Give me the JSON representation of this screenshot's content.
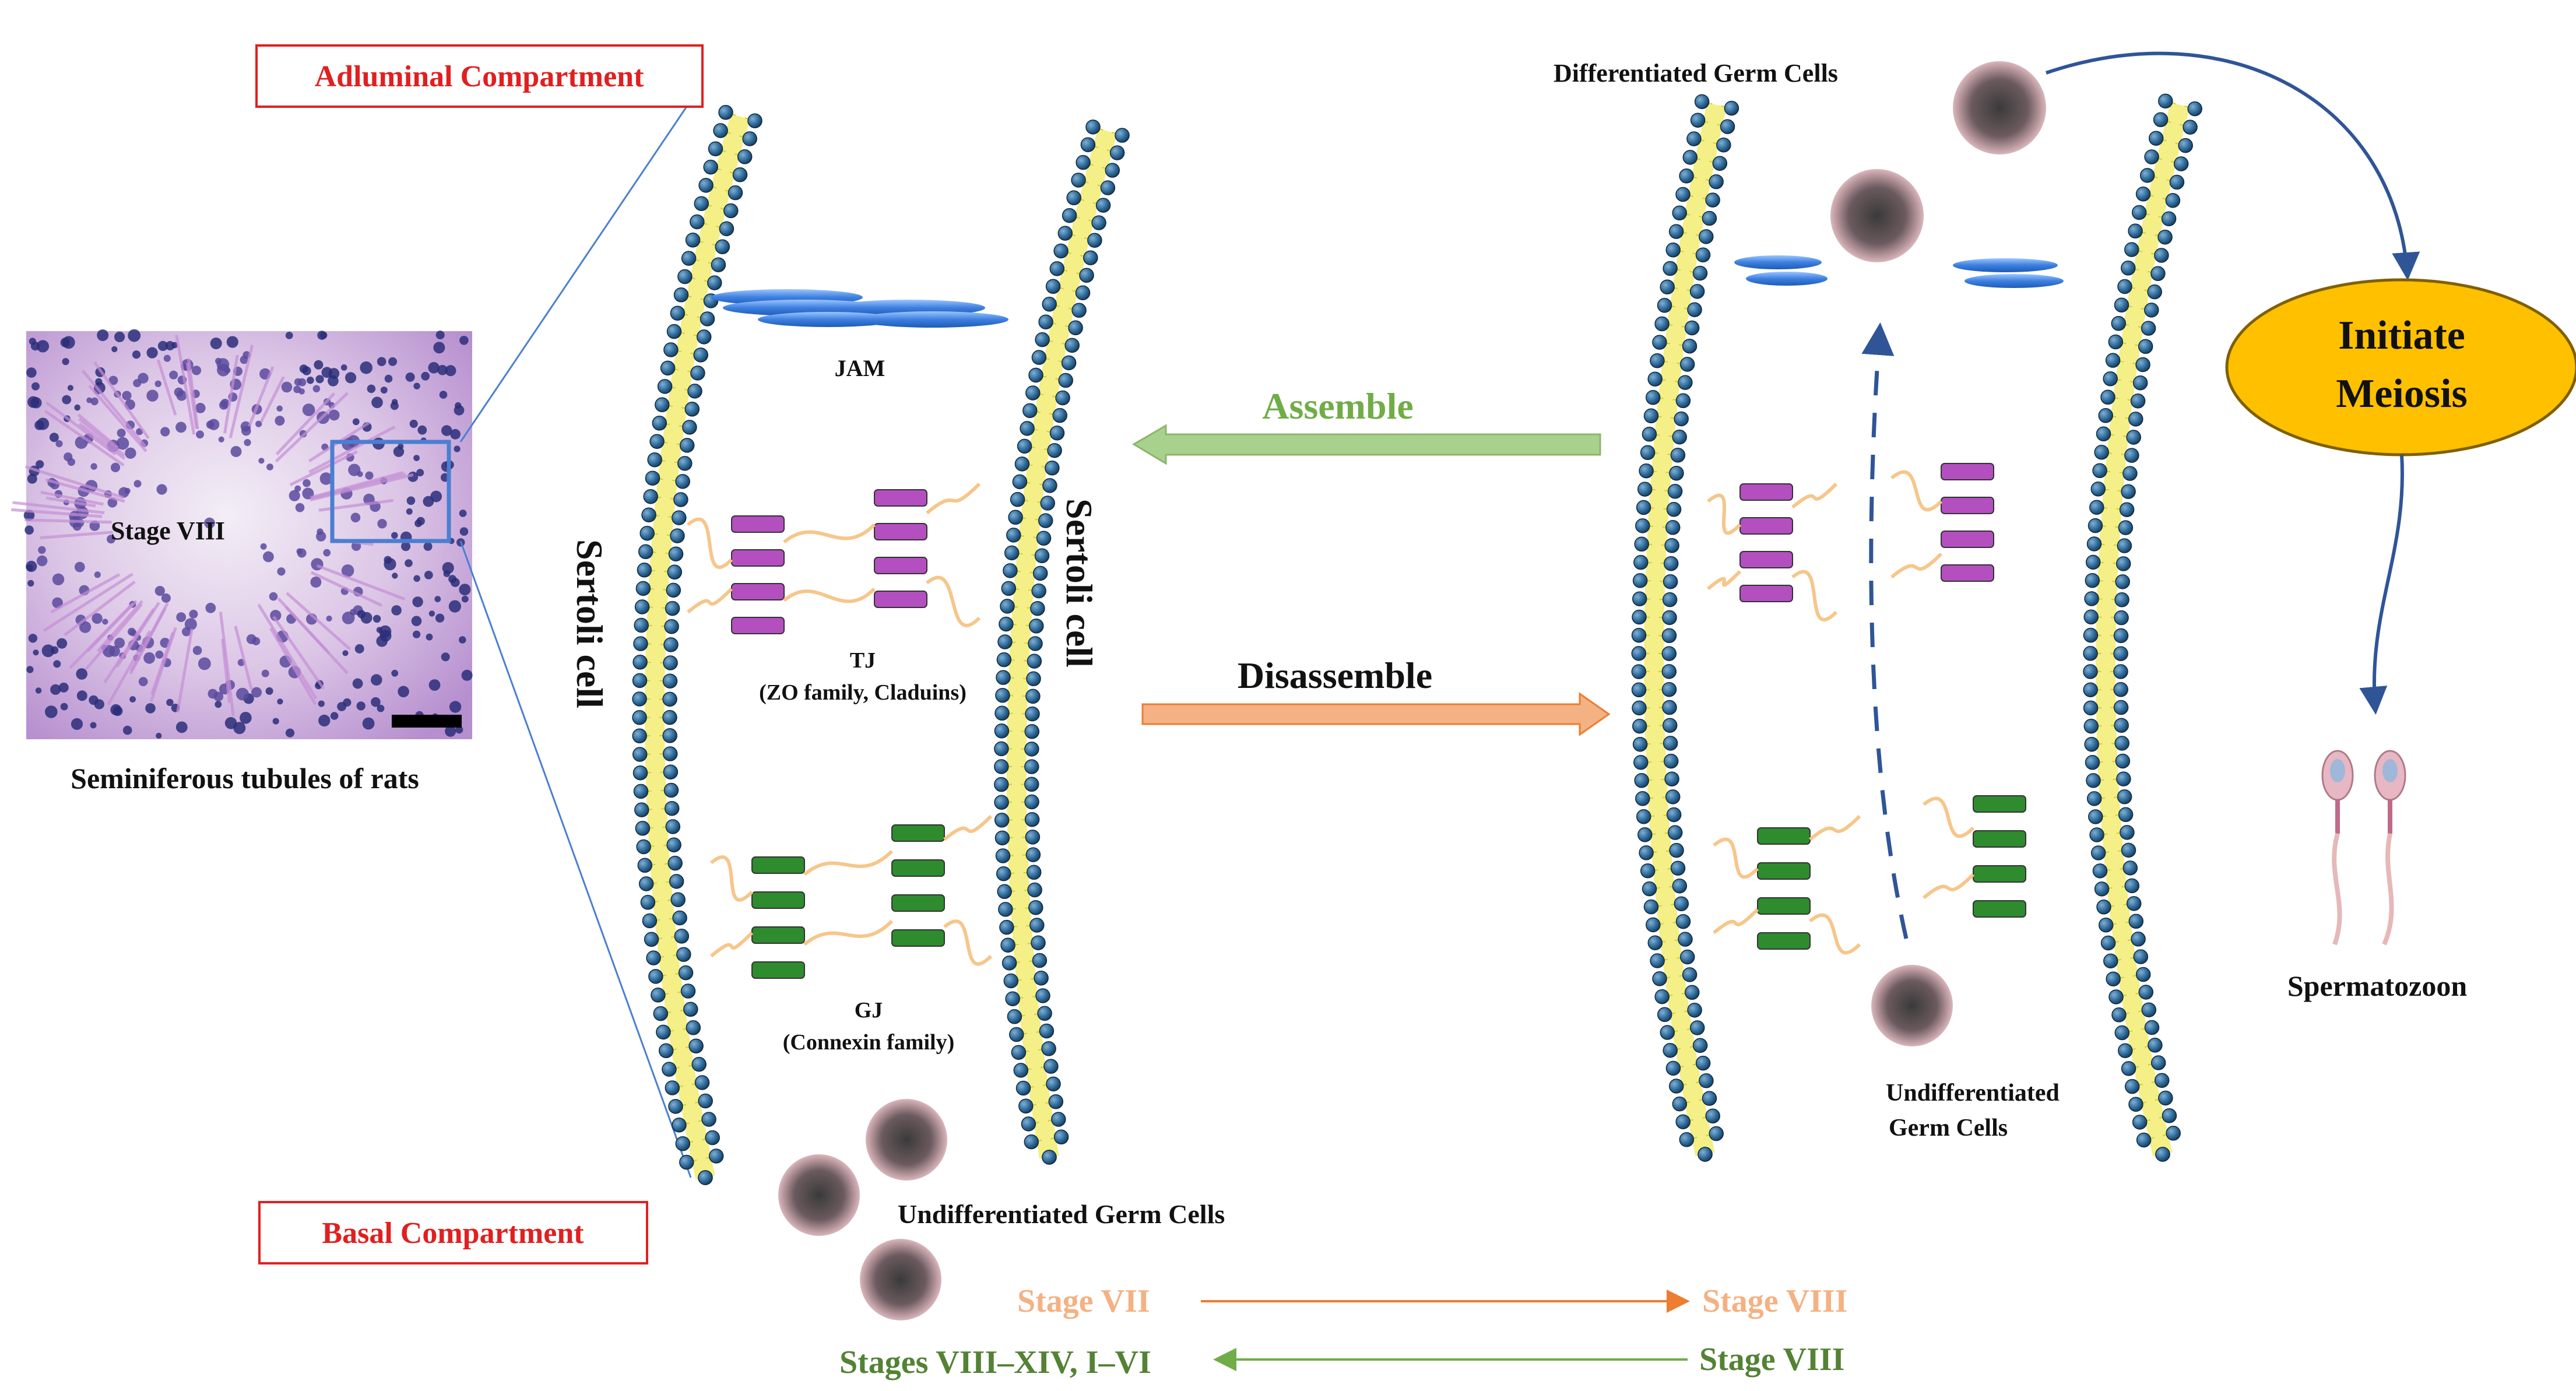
{
  "compartments": {
    "adluminal": "Adluminal Compartment",
    "basal": "Basal Compartment"
  },
  "histology": {
    "stage_label": "Stage VIII",
    "caption": "Seminiferous tubules of rats"
  },
  "left_panel": {
    "sertoli_left": "Sertoli cell",
    "sertoli_right": "Sertoli cell",
    "jam": "JAM",
    "tj": "TJ",
    "tj_family": "(ZO family, Claduins)",
    "gj": "GJ",
    "gj_family": "(Connexin family)",
    "undiff": "Undifferentiated Germ Cells"
  },
  "arrows": {
    "assemble": "Assemble",
    "disassemble": "Disassemble"
  },
  "right_panel": {
    "diff": "Differentiated Germ Cells",
    "undiff_line1": "Undifferentiated",
    "undiff_line2": "Germ Cells"
  },
  "meiosis": {
    "line1": "Initiate",
    "line2": "Meiosis",
    "sperm": "Spermatozoon"
  },
  "stages": {
    "vii": "Stage VII",
    "viii_top": "Stage VIII",
    "viii_bottom": "Stage VIII",
    "range": "Stages VIII–XIV, I–VI"
  },
  "colors": {
    "red_label": "#e02020",
    "assemble_green": "#8db56a",
    "disassemble_orange": "#f0a27a",
    "stage_orange": "#f4b183",
    "stage_green": "#548235",
    "tj_purple": "#b03fb0",
    "gj_green": "#2e8b2e",
    "jam_blue": "#3d7fe0",
    "meiosis_fill": "#ffc000",
    "dark_arrow": "#2f5597"
  }
}
